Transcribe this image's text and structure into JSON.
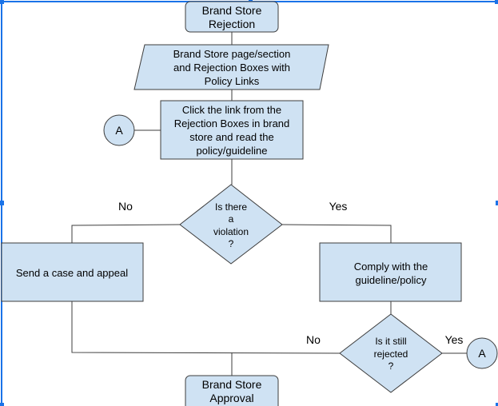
{
  "diagram": {
    "colors": {
      "node_fill": "#cfe2f3",
      "stroke": "#3d3d3d",
      "selection": "#1a73e8"
    },
    "nodes": {
      "start": {
        "type": "terminator",
        "lines": [
          "Brand Store",
          "Rejection"
        ]
      },
      "input": {
        "type": "data",
        "lines": [
          "Brand Store page/section",
          "and Rejection Boxes with",
          "Policy Links"
        ]
      },
      "read_policy": {
        "type": "process",
        "lines": [
          "Click the link from the",
          "Rejection Boxes in brand",
          "store and read the",
          "policy/guideline"
        ]
      },
      "connector_left": {
        "type": "connector",
        "label": "A"
      },
      "violation": {
        "type": "decision",
        "lines": [
          "Is there",
          "a",
          "violation",
          "?"
        ]
      },
      "appeal": {
        "type": "process",
        "lines": [
          "Send a case and appeal"
        ]
      },
      "comply": {
        "type": "process",
        "lines": [
          "Comply with the",
          "guideline/policy"
        ]
      },
      "still_rejected": {
        "type": "decision",
        "lines": [
          "Is it still",
          "rejected",
          "?"
        ]
      },
      "connector_right": {
        "type": "connector",
        "label": "A"
      },
      "end": {
        "type": "terminator",
        "lines": [
          "Brand Store",
          "Approval"
        ]
      }
    },
    "edge_labels": {
      "violation_no": "No",
      "violation_yes": "Yes",
      "rejected_no": "No",
      "rejected_yes": "Yes"
    },
    "edges": [
      {
        "from": "start",
        "to": "input"
      },
      {
        "from": "input",
        "to": "read_policy"
      },
      {
        "from": "connector_left",
        "to": "read_policy"
      },
      {
        "from": "read_policy",
        "to": "violation"
      },
      {
        "from": "violation",
        "to": "appeal",
        "label": "No"
      },
      {
        "from": "violation",
        "to": "comply",
        "label": "Yes"
      },
      {
        "from": "comply",
        "to": "still_rejected"
      },
      {
        "from": "still_rejected",
        "to": "connector_right",
        "label": "Yes"
      },
      {
        "from": "still_rejected",
        "to": "end",
        "label": "No"
      },
      {
        "from": "appeal",
        "to": "end"
      }
    ]
  }
}
